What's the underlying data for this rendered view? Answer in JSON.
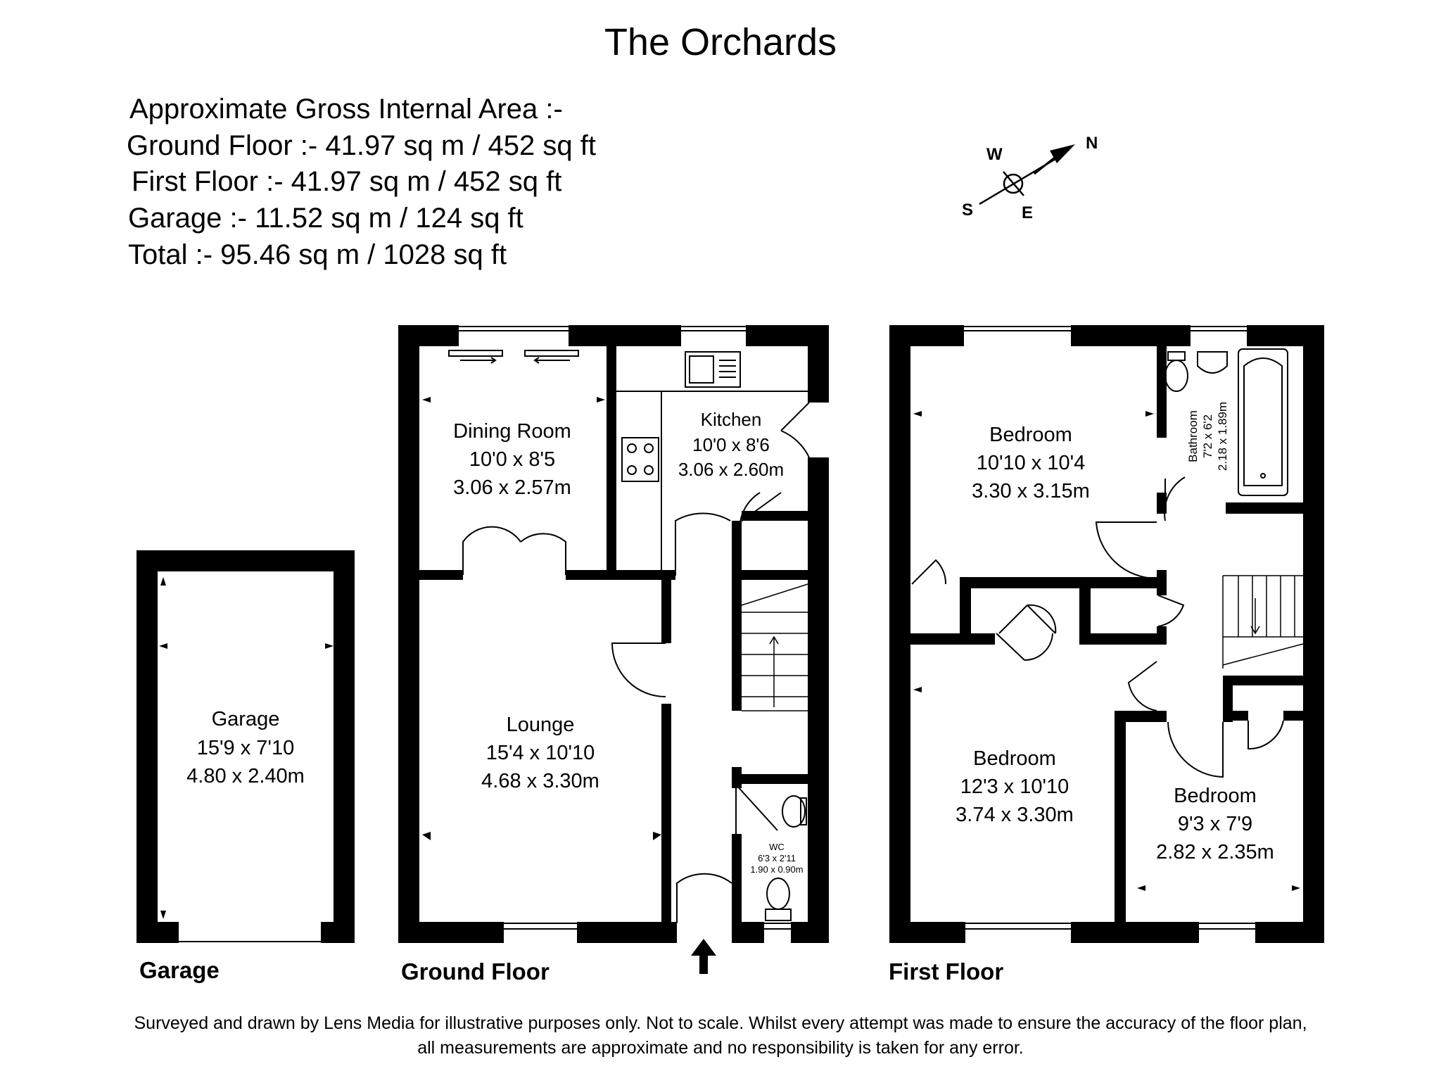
{
  "title": "The Orchards",
  "area_summary": {
    "heading": "Approximate Gross Internal Area :-",
    "lines": [
      "Ground Floor :- 41.97 sq m / 452 sq ft",
      "First Floor :- 41.97 sq m / 452 sq ft",
      "Garage :- 11.52 sq m / 124 sq ft",
      "Total :- 95.46 sq m / 1028 sq ft"
    ]
  },
  "compass": {
    "n": "N",
    "s": "S",
    "e": "E",
    "w": "W"
  },
  "sections": {
    "garage": "Garage",
    "ground": "Ground Floor",
    "first": "First Floor"
  },
  "rooms": {
    "garage": {
      "name": "Garage",
      "imperial": "15'9 x 7'10",
      "metric": "4.80 x 2.40m"
    },
    "dining": {
      "name": "Dining Room",
      "imperial": "10'0 x 8'5",
      "metric": "3.06 x 2.57m"
    },
    "kitchen": {
      "name": "Kitchen",
      "imperial": "10'0 x 8'6",
      "metric": "3.06 x 2.60m"
    },
    "lounge": {
      "name": "Lounge",
      "imperial": "15'4 x 10'10",
      "metric": "4.68 x 3.30m"
    },
    "wc": {
      "name": "WC",
      "imperial": "6'3 x 2'11",
      "metric": "1.90 x 0.90m"
    },
    "bed1": {
      "name": "Bedroom",
      "imperial": "10'10 x 10'4",
      "metric": "3.30 x 3.15m"
    },
    "bathroom": {
      "name": "Bathroom",
      "imperial": "7'2 x 6'2",
      "metric": "2.18 x 1.89m"
    },
    "bed2": {
      "name": "Bedroom",
      "imperial": "12'3 x 10'10",
      "metric": "3.74 x 3.30m"
    },
    "bed3": {
      "name": "Bedroom",
      "imperial": "9'3 x 7'9",
      "metric": "2.82 x 2.35m"
    }
  },
  "disclaimer": [
    "Surveyed and drawn by Lens Media for illustrative purposes only. Not to scale. Whilst every attempt was made to ensure the accuracy of the floor plan,",
    "all measurements are approximate and no responsibility is taken for any error."
  ]
}
